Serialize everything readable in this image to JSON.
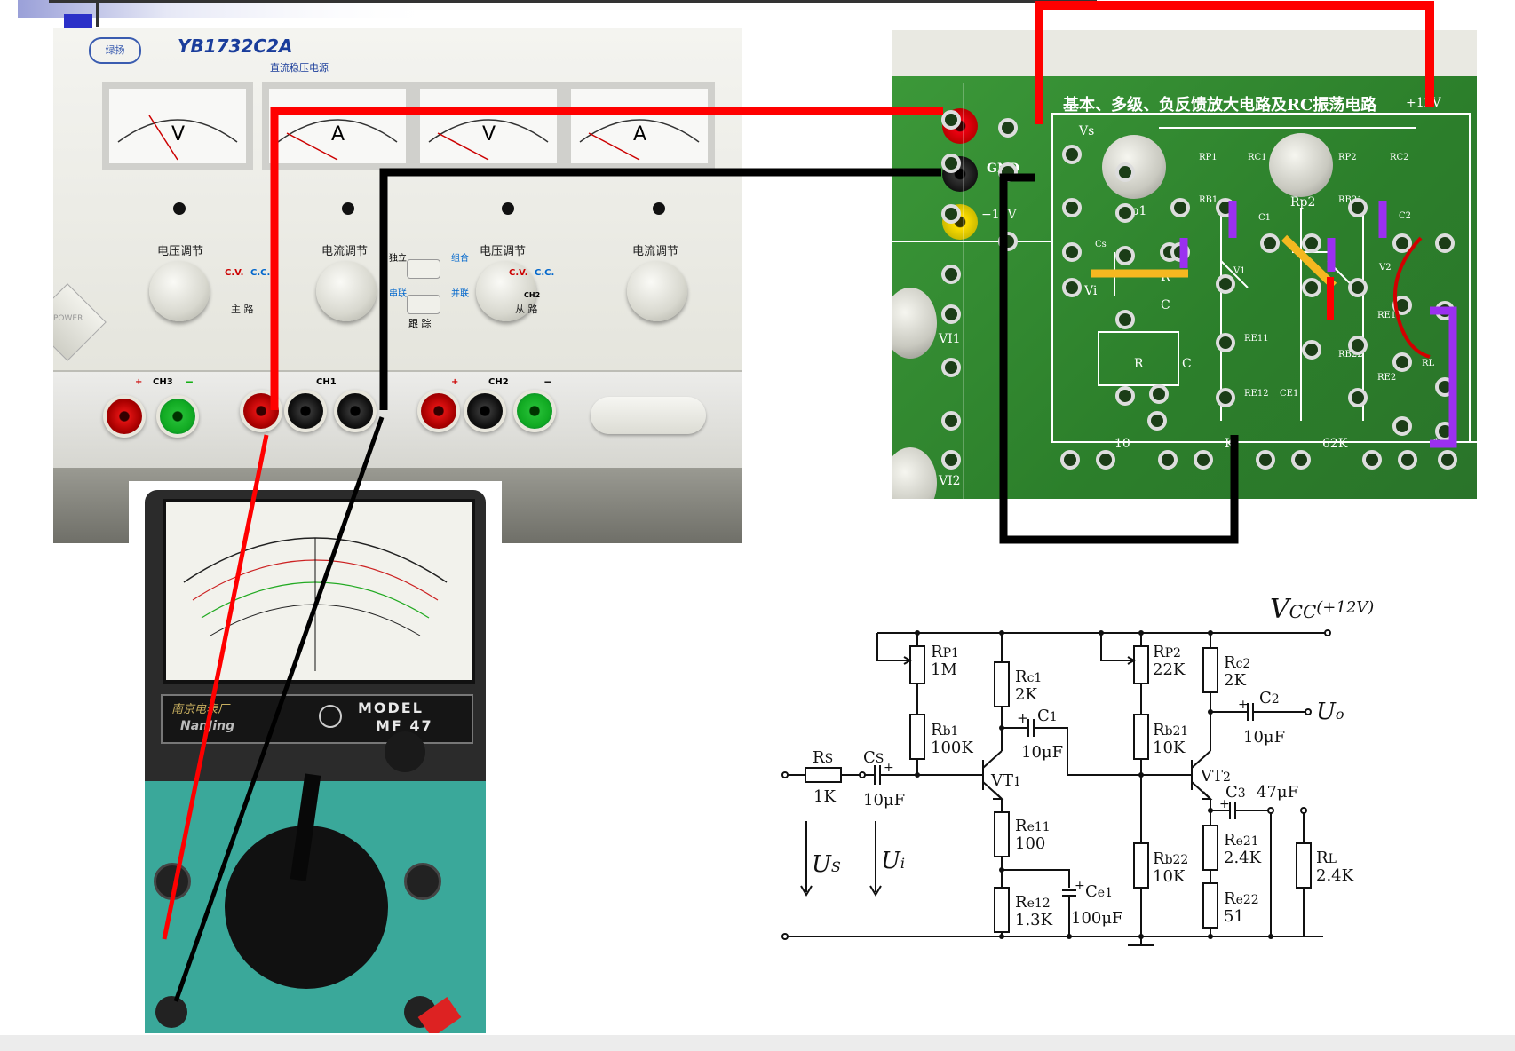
{
  "power_supply": {
    "brand_logo": "绿扬",
    "model": "YB1732C2A",
    "subtitle": "直流稳压电源",
    "meter_labels": [
      "V",
      "A",
      "V",
      "A"
    ],
    "knob_labels": [
      "电压调节",
      "电流调节",
      "电压调节",
      "电流调节"
    ],
    "mode_labels": {
      "independent": "独立",
      "combined": "组合",
      "series": "串联",
      "parallel": "并联",
      "tracking": "跟 踪"
    },
    "cv_cc": [
      "C.V.",
      "C.C."
    ],
    "channel_labels": [
      "主 路",
      "从 路"
    ],
    "ch2_small": "CH2",
    "channels": [
      "CH3",
      "CH1",
      "CH2"
    ],
    "plus_sign": "+",
    "minus_sign": "−",
    "power_label": "POWER"
  },
  "multimeter": {
    "brand_cn": "南京电表厂",
    "model_label": "MODEL",
    "model_number": "MF 47",
    "brand_script": "NanJing"
  },
  "board": {
    "title": "基本、多级、负反馈放大电路及RC振荡电路",
    "power_labels": [
      "+12V",
      "GND",
      "−12V"
    ],
    "labels": {
      "vs": "Vs",
      "vi": "Vi",
      "vi1": "VI1",
      "vi2": "VI2",
      "rp1": "Rp1",
      "rp2": "Rp2",
      "r_rp1": "RP1",
      "r_b1": "RB1",
      "r_c1": "RC1",
      "c1": "C1",
      "cs": "Cs",
      "v1": "V1",
      "r_e11": "RE11",
      "r_e12": "RE12",
      "c_e1": "CE1",
      "r_p2": "RP2",
      "r_b21": "RB21",
      "r_b22": "RB22",
      "r_c2": "RC2",
      "c2": "C2",
      "v2": "V2",
      "r_e1": "RE1",
      "r_e2": "RE2",
      "r_l": "RL",
      "r": "R",
      "c": "C",
      "r_val_10": "10",
      "r_val_62k": "62K",
      "r_val_k": "K",
      "r_val_1": "1"
    }
  },
  "schematic": {
    "vcc": "V",
    "vcc_sub": "CC",
    "vcc_value": "(+12V)",
    "components": {
      "rp1": {
        "name": "R",
        "sub": "P1",
        "value": "1M"
      },
      "rb1": {
        "name": "R",
        "sub": "b1",
        "value": "100K"
      },
      "rc1": {
        "name": "R",
        "sub": "c1",
        "value": "2K"
      },
      "c1": {
        "name": "C",
        "sub": "1",
        "value": "10μF"
      },
      "rs": {
        "name": "R",
        "sub": "S",
        "value": "1K"
      },
      "cs": {
        "name": "C",
        "sub": "S",
        "value": "10μF"
      },
      "vt1": {
        "name": "VT",
        "sub": "1"
      },
      "re11": {
        "name": "R",
        "sub": "e11",
        "value": "100"
      },
      "re12": {
        "name": "R",
        "sub": "e12",
        "value": "1.3K"
      },
      "ce1": {
        "name": "C",
        "sub": "e1",
        "value": "100μF"
      },
      "rp2": {
        "name": "R",
        "sub": "P2",
        "value": "22K"
      },
      "rb21": {
        "name": "R",
        "sub": "b21",
        "value": "10K"
      },
      "rb22": {
        "name": "R",
        "sub": "b22",
        "value": "10K"
      },
      "rc2": {
        "name": "R",
        "sub": "c2",
        "value": "2K"
      },
      "c2": {
        "name": "C",
        "sub": "2",
        "value": "10μF"
      },
      "vt2": {
        "name": "VT",
        "sub": "2"
      },
      "c3": {
        "name": "C",
        "sub": "3",
        "value": "47μF"
      },
      "re21": {
        "name": "R",
        "sub": "e21",
        "value": "2.4K"
      },
      "re22": {
        "name": "R",
        "sub": "e22",
        "value": "51"
      },
      "rl": {
        "name": "R",
        "sub": "L",
        "value": "2.4K"
      }
    },
    "us": {
      "name": "U",
      "sub": "S"
    },
    "ui": {
      "name": "U",
      "sub": "i"
    },
    "uo": {
      "name": "U",
      "sub": "o"
    },
    "plus": "+"
  },
  "colors": {
    "wire_red": "#ff0000",
    "wire_black": "#000000",
    "jumper_purple": "#9b30f0",
    "jumper_yellow": "#f5b820",
    "pcb_green": "#2f8a2e",
    "brand_blue": "#1a3d9b"
  }
}
